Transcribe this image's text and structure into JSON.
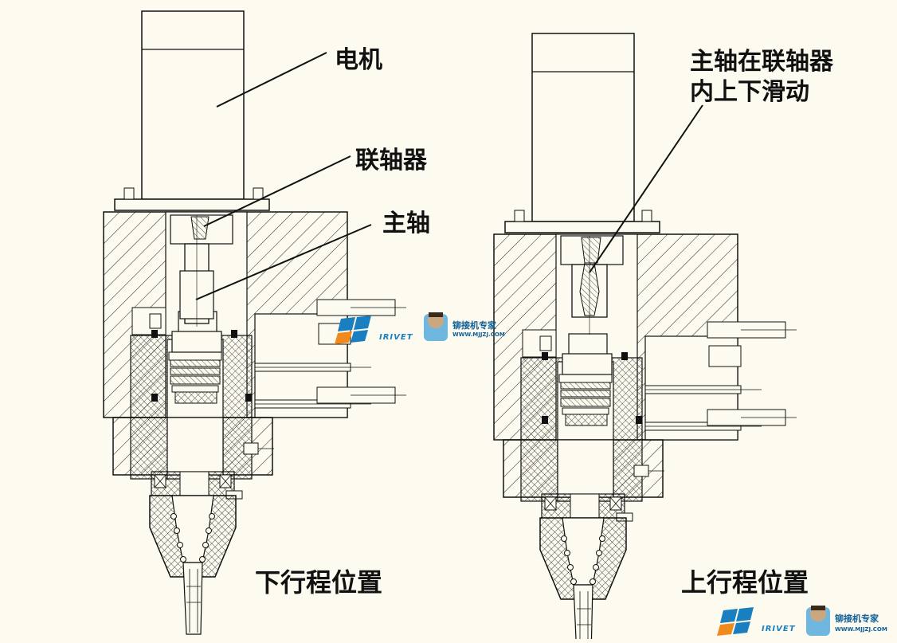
{
  "labels": {
    "motor": "电机",
    "coupler": "联轴器",
    "spindle": "主轴",
    "slide_line1": "主轴在联轴器",
    "slide_line2": "内上下滑动",
    "lower_position": "下行程位置",
    "upper_position": "上行程位置"
  },
  "watermark": {
    "brand": "IRIVET",
    "site_name": "铆接机专家",
    "url": "WWW.MJJZJ.COM"
  },
  "colors": {
    "background": "#fdfbef",
    "line": "#111111",
    "brand_blue": "#1a7fc1",
    "brand_orange": "#f08a1c"
  }
}
